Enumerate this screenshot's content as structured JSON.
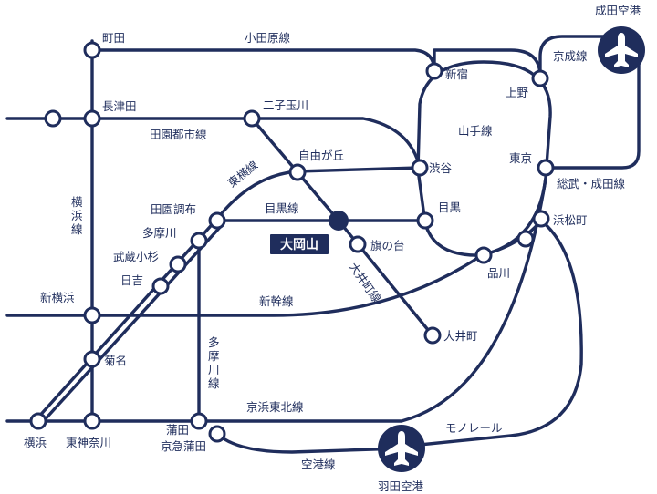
{
  "stations": {
    "machida": "町田",
    "nagatsuta": "長津田",
    "shin_yokohama": "新横浜",
    "kikuna": "菊名",
    "yokohama": "横浜",
    "higashi_kanagawa": "東神奈川",
    "futako_tamagawa": "二子玉川",
    "jiyugaoka": "自由が丘",
    "denenchofu": "田園調布",
    "tamagawa": "多摩川",
    "musashi_kosugi": "武蔵小杉",
    "hiyoshi": "日吉",
    "shinjuku": "新宿",
    "ueno": "上野",
    "tokyo": "東京",
    "shibuya": "渋谷",
    "meguro": "目黒",
    "shinagawa": "品川",
    "hamamatsucho": "浜松町",
    "hatanodai": "旗の台",
    "oimachi": "大井町",
    "kamata": "蒲田",
    "keikyu_kamata": "京急蒲田",
    "narita_airport": "成田空港",
    "haneda_airport": "羽田空港",
    "ookayama": "大岡山"
  },
  "lines": {
    "odakyu": "小田原線",
    "keisei": "京成線",
    "yamanote": "山手線",
    "sobu_narita": "総武・成田線",
    "denentoshi": "田園都市線",
    "toyoko": "東横線",
    "meguro": "目黒線",
    "oimachi": "大井町線",
    "shinkansen": "新幹線",
    "tamagawa": "多摩川線",
    "keihin_tohoku": "京浜東北線",
    "monorail": "モノレール",
    "airport": "空港線",
    "yokohama": "横浜線"
  },
  "icons": {
    "airport": "airplane-icon",
    "hub": "current-station-marker"
  },
  "colors": {
    "line": "#1f2d5c",
    "background": "#ffffff"
  }
}
